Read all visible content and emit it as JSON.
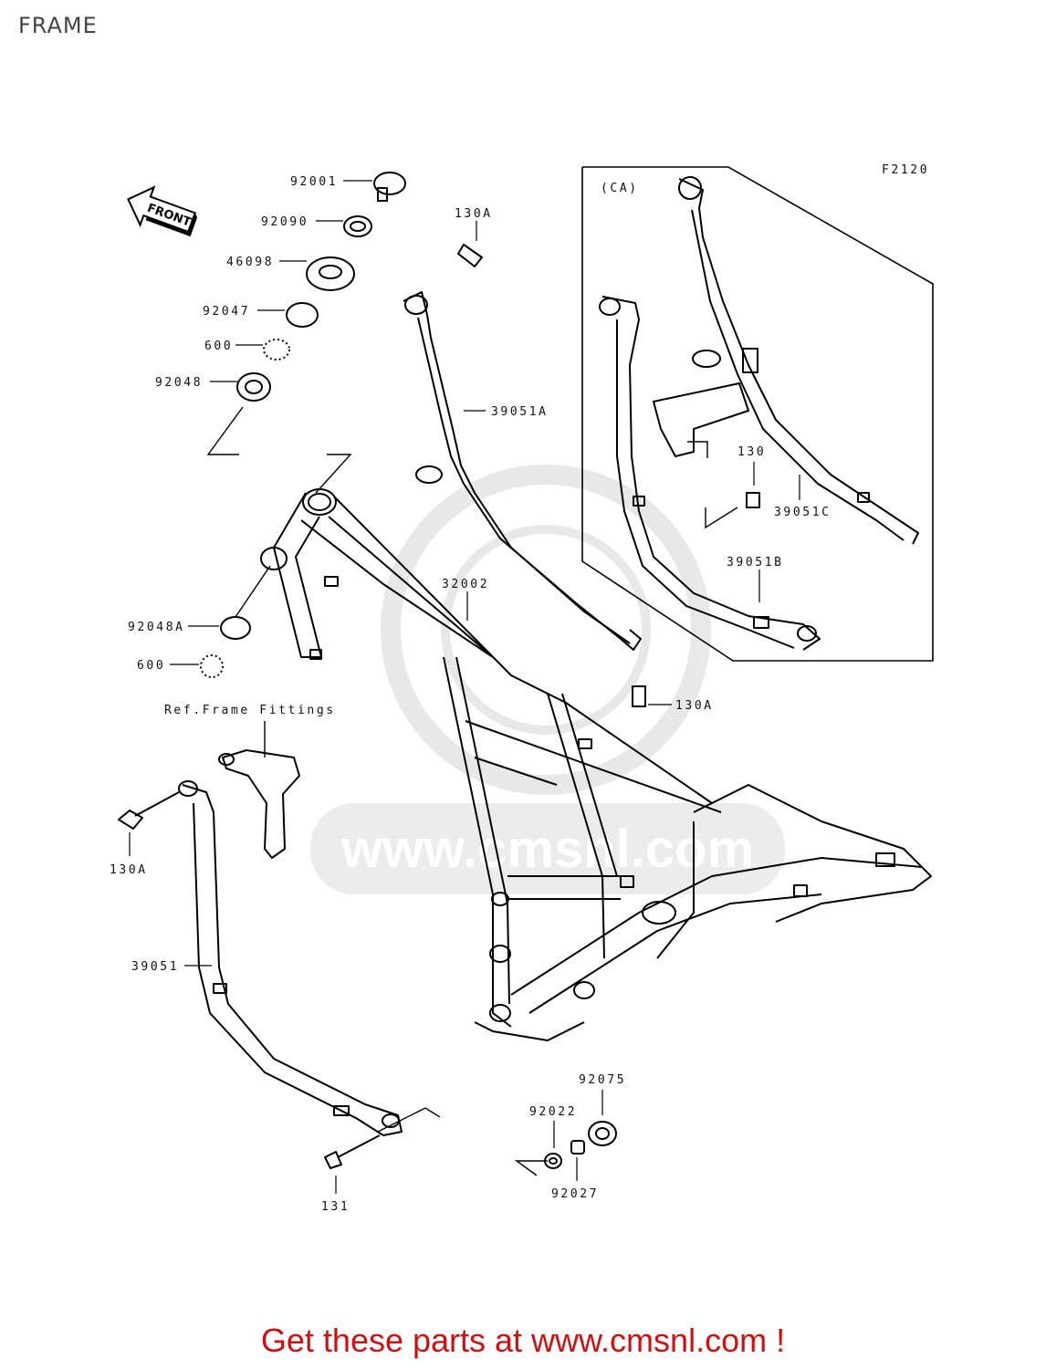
{
  "title": "FRAME",
  "figure_code": "F2120",
  "variant_label": "(CA)",
  "front_label": "FRONT",
  "reference_label": "Ref.Frame Fittings",
  "watermark_text": "www.cmsnl.com",
  "promo_text": "Get these parts at www.cmsnl.com !",
  "promo_color": "#d01010",
  "parts": [
    "92001",
    "92090",
    "46098",
    "92047",
    "600",
    "92048",
    "130A",
    "39051A",
    "32002",
    "92048A",
    "600",
    "130A",
    "130A",
    "39051",
    "131",
    "92075",
    "92022",
    "92027",
    "130",
    "39051C",
    "39051B"
  ]
}
